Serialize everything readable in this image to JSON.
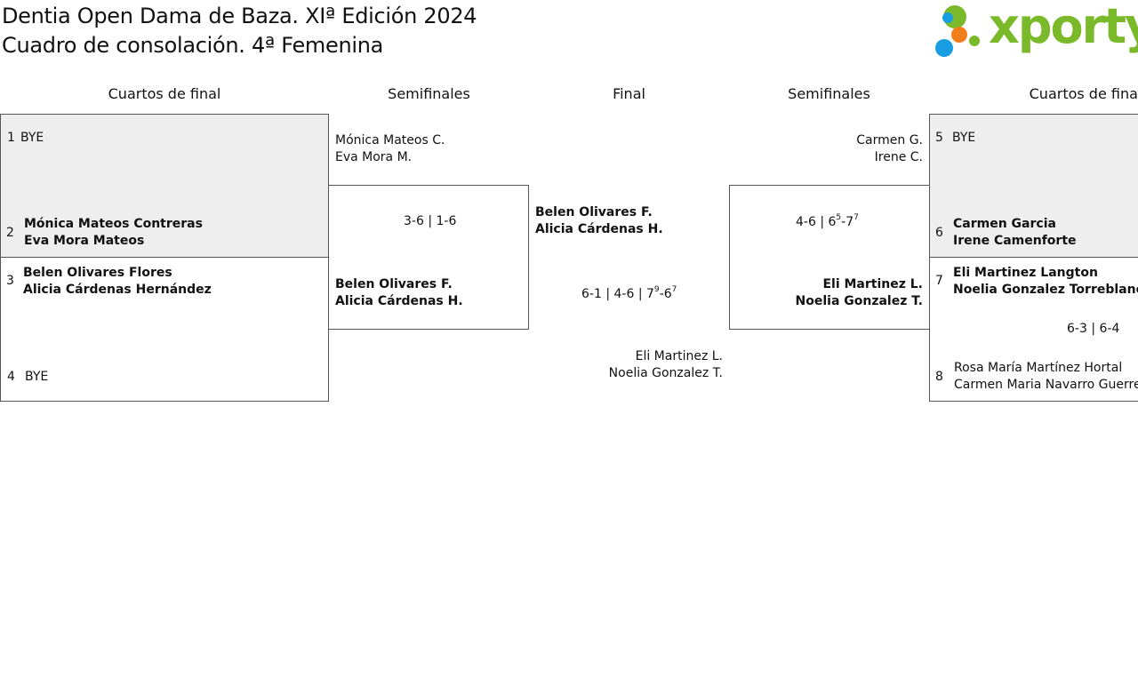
{
  "header": {
    "title_line1": "Dentia Open Dama de Baza. XIª Edición 2024",
    "title_line2": "Cuadro de consolación. 4ª Femenina"
  },
  "logo": {
    "text": "xporty",
    "colors": {
      "green": "#7ab929",
      "blue": "#1a9ee2",
      "orange": "#f07e1b"
    }
  },
  "rounds": {
    "left_qf": "Cuartos de final",
    "left_sf": "Semifinales",
    "final": "Final",
    "right_sf": "Semifinales",
    "right_qf": "Cuartos de final"
  },
  "left_qf": [
    {
      "seed": "1",
      "name": "BYE"
    },
    {
      "seed": "2",
      "player1": "Mónica Mateos Contreras",
      "player2": "Eva Mora Mateos"
    },
    {
      "seed": "3",
      "player1": "Belen Olivares Flores",
      "player2": "Alicia Cárdenas Hernández"
    },
    {
      "seed": "4",
      "name": "BYE"
    }
  ],
  "left_sf": {
    "top": {
      "player1": "Mónica Mateos C.",
      "player2": "Eva Mora M."
    },
    "score": "3-6 | 1-6",
    "bottom": {
      "player1": "Belen Olivares F.",
      "player2": "Alicia Cárdenas H."
    }
  },
  "final": {
    "top": {
      "player1": "Belen Olivares F.",
      "player2": "Alicia Cárdenas H."
    },
    "score": {
      "s1": "6-1",
      "s2": "4-6",
      "s3_a": "7",
      "s3_a_tb": "9",
      "s3_b": "6",
      "s3_b_tb": "7"
    },
    "bottom": {
      "player1": "Eli Martinez L.",
      "player2": "Noelia Gonzalez T."
    }
  },
  "right_sf": {
    "top": {
      "player1": "Carmen G.",
      "player2": "Irene C."
    },
    "score": {
      "s1": "4-6",
      "s2_a": "6",
      "s2_a_tb": "5",
      "s2_b": "7",
      "s2_b_tb": "7"
    },
    "bottom": {
      "player1": "Eli Martinez L.",
      "player2": "Noelia Gonzalez T."
    }
  },
  "right_qf": [
    {
      "seed": "5",
      "name": "BYE"
    },
    {
      "seed": "6",
      "player1": "Carmen Garcia",
      "player2": "Irene Camenforte"
    },
    {
      "seed": "7",
      "player1": "Eli Martinez Langton",
      "player2": "Noelia Gonzalez Torreblanca"
    },
    {
      "seed": "8",
      "player1": "Rosa María Martínez Hortal",
      "player2": "Carmen Maria Navarro Guerrero"
    }
  ],
  "right_qf_score": "6-3 | 6-4"
}
